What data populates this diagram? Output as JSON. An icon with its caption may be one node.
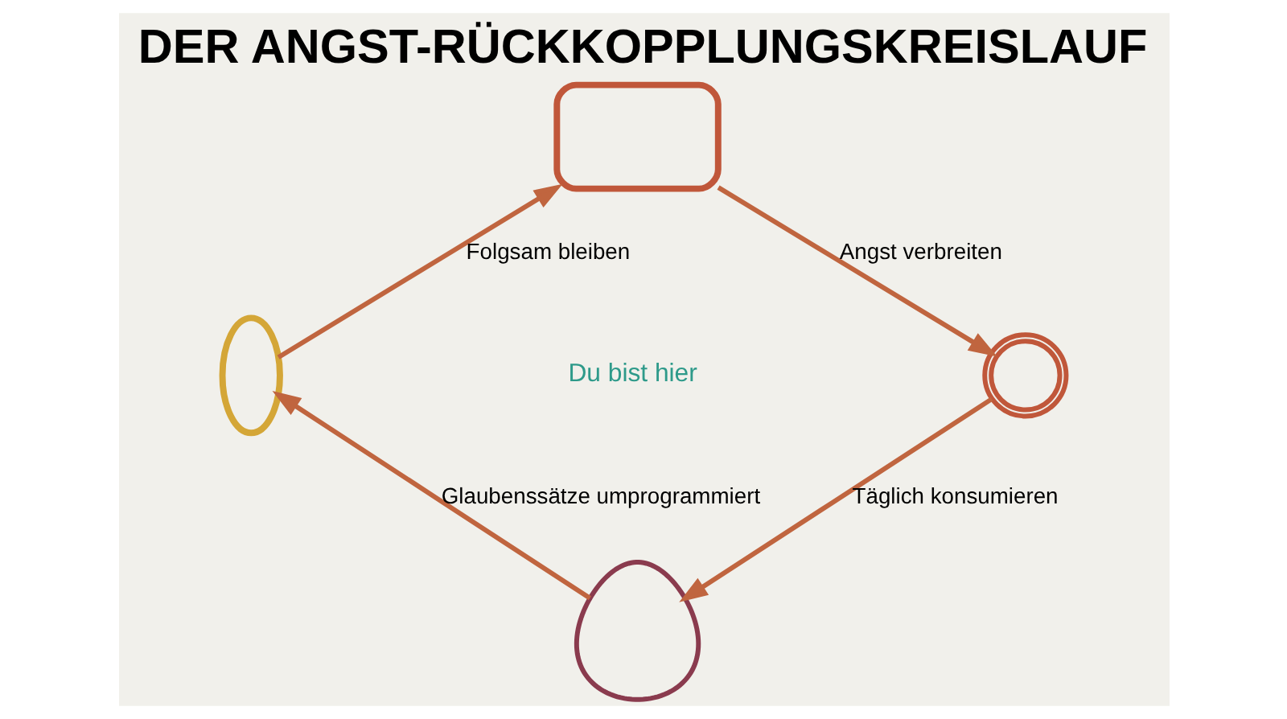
{
  "diagram": {
    "title": "DER ANGST-RÜCKKOPPLUNGSKREISLAUF",
    "nodes": [
      {
        "text": [],
        "shape": "monitor"
      },
      {
        "text": [],
        "shape": "eyes"
      },
      {
        "text": [],
        "shape": "head"
      },
      {
        "text": [],
        "shape": "chain"
      },
      {
        "text": [
          "Du bist hier"
        ]
      }
    ],
    "edges": [
      {
        "from": 0,
        "to": 1,
        "arrow": "to",
        "label": "Angst verbreiten"
      },
      {
        "from": 1,
        "to": 2,
        "arrow": "to",
        "label": "Täglich konsumieren"
      },
      {
        "from": 2,
        "to": 3,
        "arrow": "to",
        "label": "Glaubenssätze umprogrammiert"
      },
      {
        "from": 3,
        "to": 0,
        "arrow": "to",
        "label": "Folgsam bleiben"
      }
    ]
  }
}
